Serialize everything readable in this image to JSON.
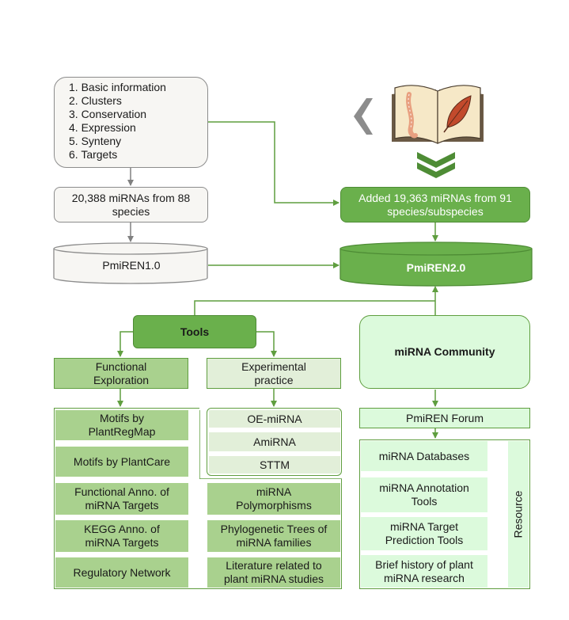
{
  "info_list": [
    "1. Basic information",
    "2. Clusters",
    "3. Conservation",
    "4. Expression",
    "5. Synteny",
    "6. Targets"
  ],
  "v1_count": "20,388 miRNAs from 88 species",
  "v1_db": "PmiREN1.0",
  "added": "Added 19,363 miRNAs from 91 species/subspecies",
  "v2_db": "PmiREN2.0",
  "tools": "Tools",
  "functional": "Functional Exploration",
  "experimental": "Experimental practice",
  "func_items": [
    "Motifs by PlantRegMap",
    "Motifs by PlantCare",
    "Functional Anno. of miRNA Targets",
    "KEGG Anno. of miRNA Targets",
    "Regulatory Network"
  ],
  "exp_items": [
    "OE-miRNA",
    "AmiRNA",
    "STTM"
  ],
  "extra_items": [
    "miRNA Polymorphisms",
    "Phylogenetic Trees of miRNA families",
    "Literature related to plant miRNA studies"
  ],
  "community": "miRNA Community",
  "forum": "PmiREN Forum",
  "resource_items": [
    "miRNA Databases",
    "miRNA Annotation Tools",
    "miRNA Target Prediction Tools",
    "Brief history of plant miRNA research"
  ],
  "resource_label": "Resource",
  "colors": {
    "dark_green": "#6ab04c",
    "mid_green": "#a9d18e",
    "light_green": "#e2efd9",
    "pale_green": "#dcfadc",
    "border_green": "#5f9e3f",
    "gray_line": "#7f7f7f"
  },
  "icons": [
    "book-icon",
    "chevron-left-icon",
    "double-chevron-down-icon"
  ]
}
